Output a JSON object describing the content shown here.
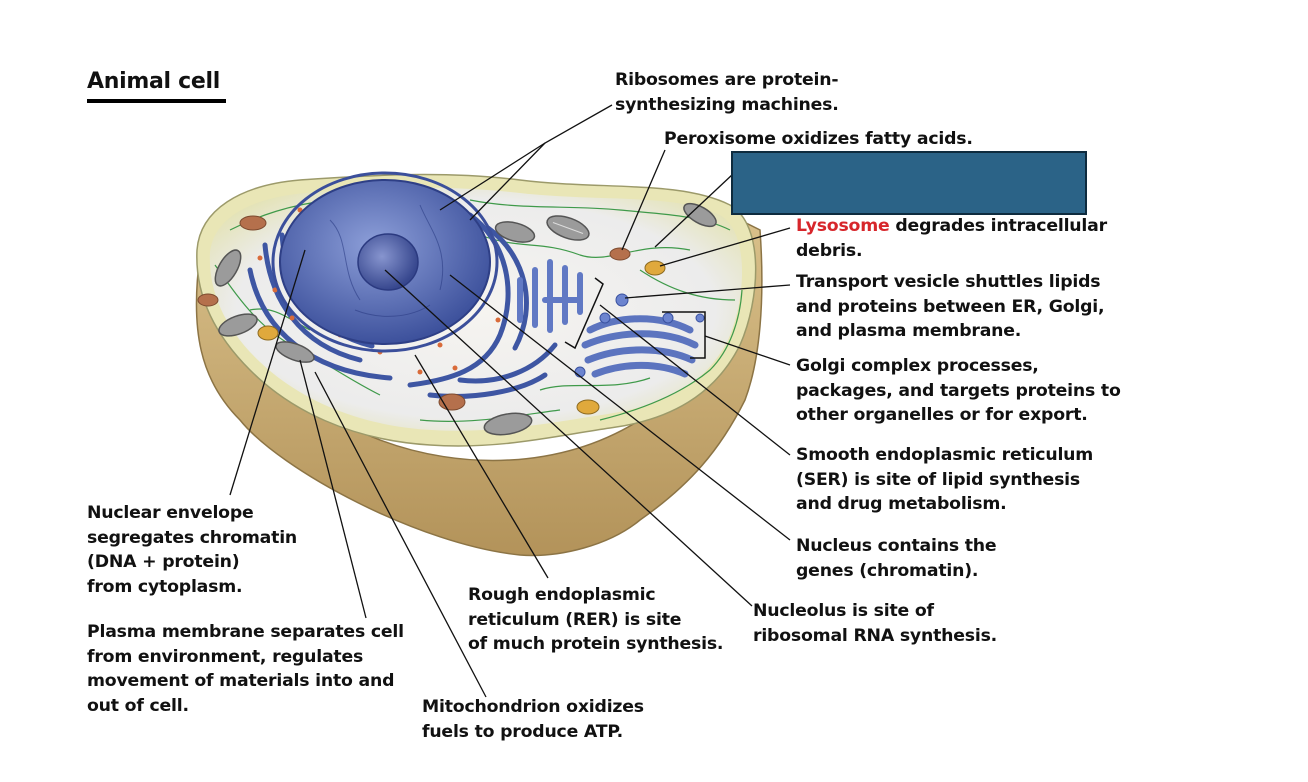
{
  "title": "Animal cell",
  "labels": {
    "ribosomes": [
      "Ribosomes are protein-",
      "synthesizing machines."
    ],
    "peroxisome": [
      "Peroxisome oxidizes fatty acids."
    ],
    "lysosome": {
      "name": "Lysosome",
      "rest": " degrades intracellular",
      "line2": "debris."
    },
    "transport_vesicle": [
      "Transport vesicle shuttles lipids",
      "and proteins between ER, Golgi,",
      "and plasma membrane."
    ],
    "golgi": [
      "Golgi complex processes,",
      "packages, and targets proteins to",
      "other organelles or for export."
    ],
    "ser": [
      "Smooth endoplasmic reticulum",
      "(SER) is site of lipid synthesis",
      "and drug metabolism."
    ],
    "nucleus": [
      "Nucleus contains the",
      "genes (chromatin)."
    ],
    "nucleolus": [
      "Nucleolus is site of",
      "ribosomal RNA synthesis."
    ],
    "rer": [
      "Rough endoplasmic",
      "reticulum (RER) is site",
      "of much protein synthesis."
    ],
    "mitochondrion": [
      "Mitochondrion oxidizes",
      "fuels to produce ATP."
    ],
    "nuclear_envelope": [
      "Nuclear envelope",
      "segregates chromatin",
      "(DNA + protein)",
      "from cytoplasm."
    ],
    "plasma_membrane": [
      "Plasma membrane separates cell",
      "from environment, regulates",
      "movement of materials into and",
      "out of cell."
    ]
  },
  "colors": {
    "cytoplasm": "#ecebc4",
    "cell_side": "#c9ad72",
    "nucleus": "#5a6fb8",
    "er": "#4d64ad",
    "golgi": "#6f86cc",
    "mitochondrion": "#8a8a8a",
    "lysosome": "#b5704c",
    "peroxisome": "#e0a93c",
    "redaction_box": "#2b6387",
    "highlight_text": "#d7262b"
  }
}
